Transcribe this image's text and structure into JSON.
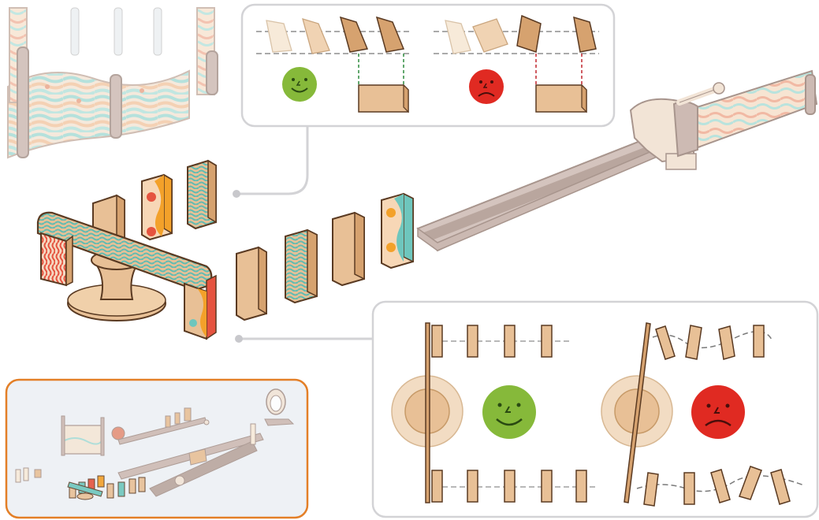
{
  "palette": {
    "wood": "#e8c096",
    "wood_side": "#d6a26f",
    "wood_top": "#f2d7b6",
    "wood_outline": "#5a3a22",
    "track": "#c9b7b0",
    "track_dark": "#a8958d",
    "panel_border": "#d3d3d6",
    "teal": "#6ec6bd",
    "coral": "#e5533f",
    "orange": "#f3a12a",
    "happy": "#86b93a",
    "sad": "#e02a22",
    "guide_green": "#2e8b3e",
    "guide_red": "#c0262f",
    "overview_border": "#e37f27",
    "overview_bg": "#eef1f5"
  },
  "panels": {
    "top_inset": {
      "good_face": "happy-face",
      "bad_face": "sad-face"
    },
    "bottom_inset": {
      "good_face": "happy-face",
      "bad_face": "sad-face"
    },
    "overview": {
      "kind": "thumbnail-of-full-run"
    }
  },
  "icons": [
    "happy-face-icon",
    "sad-face-icon",
    "callout-dot-icon"
  ]
}
